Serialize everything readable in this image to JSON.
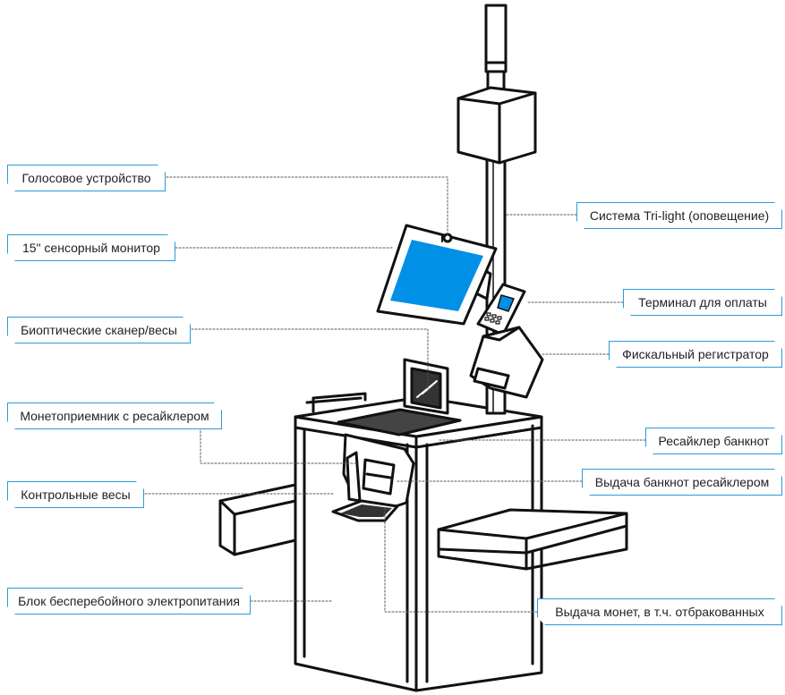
{
  "colors": {
    "accent": "#2e9ad6",
    "screen": "#0090e6",
    "line": "#111111"
  },
  "labels": {
    "voice_device": "Голосовое устройство",
    "touch_monitor": "15\" сенсорный монитор",
    "bioptic_scanner": "Биоптические сканер/весы",
    "coin_acceptor": "Монетоприемник с ресайклером",
    "control_scales": "Контрольные весы",
    "ups": "Блок бесперебойного электропитания",
    "tri_light": "Система Tri-light (оповещение)",
    "payment_terminal": "Терминал для оплаты",
    "fiscal_registrar": "Фискальный регистратор",
    "banknote_recycler": "Ресайклер банкнот",
    "banknote_dispense": "Выдача банкнот ресайклером",
    "coin_dispense": "Выдача монет, в т.ч. отбракованных"
  }
}
